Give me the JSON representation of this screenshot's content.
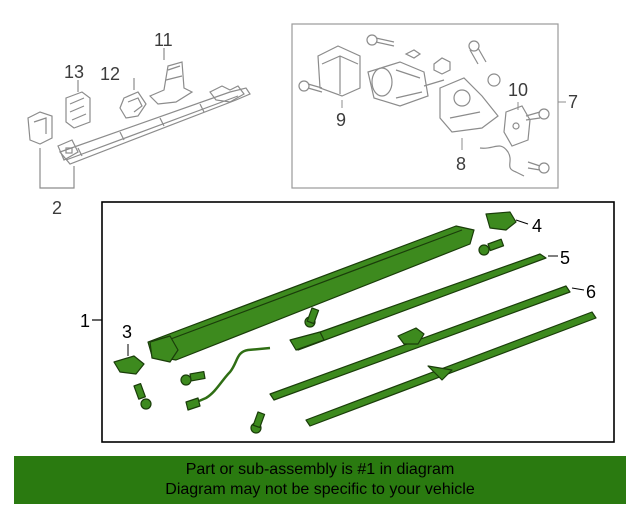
{
  "callouts": {
    "c1": "1",
    "c2": "2",
    "c3": "3",
    "c4": "4",
    "c5": "5",
    "c6": "6",
    "c7": "7",
    "c8": "8",
    "c9": "9",
    "c10": "10",
    "c11": "11",
    "c12": "12",
    "c13": "13"
  },
  "banner": {
    "line1": "Part or sub-assembly is #1 in diagram",
    "line2": "Diagram may not be specific to your vehicle"
  },
  "colors": {
    "highlight_part": "#3d8a1e",
    "banner_background": "#2a7a10",
    "outline": "#9a9a9a",
    "frame": "#000000"
  }
}
